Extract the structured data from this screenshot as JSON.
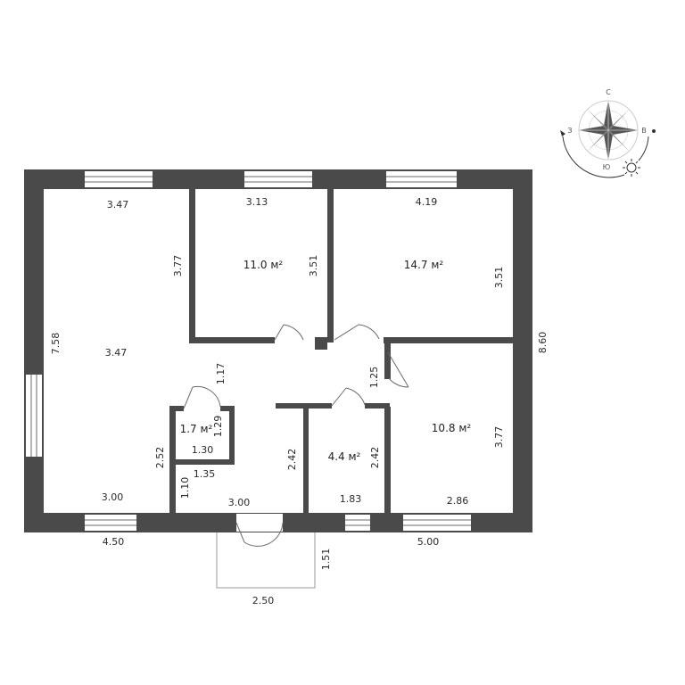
{
  "compass": {
    "north": "С",
    "south": "Ю",
    "west": "З",
    "east": "В"
  },
  "colors": {
    "wall": "#4a4a4a",
    "window": "#ffffff",
    "line": "#6b6b6b"
  },
  "rooms": {
    "living": {
      "top": "3.47",
      "mid": "3.47",
      "bottom": "3.00",
      "side_left": "7.58",
      "side_right": "3.77"
    },
    "bedroom1": {
      "area": "11.0 м²",
      "top": "3.13",
      "side": "3.51"
    },
    "bedroom2": {
      "area": "14.7 м²",
      "top": "4.19",
      "side": "3.51"
    },
    "bedroom3": {
      "area": "10.8 м²",
      "bottom": "2.86",
      "side": "3.77"
    },
    "bath": {
      "area": "4.4 м²",
      "bottom": "1.83",
      "side_left": "2.42",
      "side_right": "2.42"
    },
    "wc": {
      "area": "1.7 м²",
      "side": "1.29",
      "bottom": "1.30"
    },
    "hall": {
      "corridor": "1.17",
      "side": "2.52",
      "storage_w": "1.35",
      "storage_h": "1.10",
      "bottom": "3.00",
      "door_gap": "1.25"
    },
    "porch": {
      "width": "2.50",
      "depth": "1.51"
    }
  },
  "overall": {
    "height": "8.60",
    "bottom_left": "4.50",
    "bottom_right": "5.00"
  }
}
